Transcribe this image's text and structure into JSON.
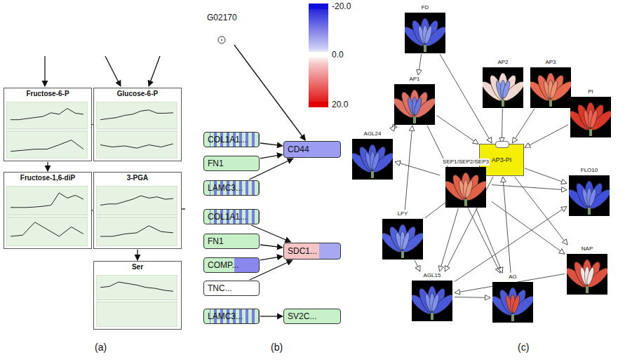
{
  "diagram": {
    "nodes": [
      {
        "text": [
          "Fructose-6-P"
        ]
      },
      {
        "text": [
          "Glucose-6-P"
        ]
      },
      {
        "text": [
          "Fructose-1,6-diP"
        ]
      },
      {
        "text": [
          "3-PGA"
        ]
      },
      {
        "text": [
          "Ser"
        ]
      },
      {
        "text": [
          "G02170"
        ]
      },
      {
        "text": [
          "COL1A1..."
        ]
      },
      {
        "text": [
          "FN1"
        ]
      },
      {
        "text": [
          "LAMC3..."
        ]
      },
      {
        "text": [
          "CD44"
        ]
      },
      {
        "text": [
          "COL1A1..."
        ]
      },
      {
        "text": [
          "FN1"
        ]
      },
      {
        "text": [
          "COMP..."
        ]
      },
      {
        "text": [
          "TNC..."
        ]
      },
      {
        "text": [
          "SDC1..."
        ]
      },
      {
        "text": [
          "LAMC3..."
        ]
      },
      {
        "text": [
          "SV2C..."
        ]
      },
      {
        "text": [
          "FD"
        ]
      },
      {
        "text": [
          "AP1"
        ]
      },
      {
        "text": [
          "AP2"
        ]
      },
      {
        "text": [
          "AP3"
        ]
      },
      {
        "text": [
          "PI"
        ]
      },
      {
        "text": [
          "AGL24"
        ]
      },
      {
        "text": [
          "AP3-PI"
        ]
      },
      {
        "text": [
          "SEP1/SEP2/SEP3"
        ]
      },
      {
        "text": [
          "FLO10"
        ]
      },
      {
        "text": [
          "LFY"
        ]
      },
      {
        "text": [
          "NAP"
        ]
      },
      {
        "text": [
          "AGL15"
        ]
      },
      {
        "text": [
          "AG"
        ]
      }
    ],
    "edges": [
      {
        "from": 1,
        "to": 0,
        "arrow": "to"
      },
      {
        "from": 0,
        "to": 2,
        "arrow": "to"
      },
      {
        "from": 2,
        "to": 3,
        "arrow": "to"
      },
      {
        "from": 3,
        "to": 4,
        "arrow": "to"
      },
      {
        "from": 5,
        "to": 9,
        "arrow": "to"
      },
      {
        "from": 6,
        "to": 9,
        "arrow": "to"
      },
      {
        "from": 7,
        "to": 9,
        "arrow": "to"
      },
      {
        "from": 8,
        "to": 9,
        "arrow": "to"
      },
      {
        "from": 10,
        "to": 14,
        "arrow": "to"
      },
      {
        "from": 11,
        "to": 14,
        "arrow": "to"
      },
      {
        "from": 12,
        "to": 14,
        "arrow": "to"
      },
      {
        "from": 13,
        "to": 14,
        "arrow": "to"
      },
      {
        "from": 15,
        "to": 16,
        "arrow": "to"
      },
      {
        "from": 17,
        "to": 18,
        "arrow": "to"
      },
      {
        "from": 17,
        "to": 23,
        "arrow": "to"
      },
      {
        "from": 19,
        "to": 23,
        "arrow": "to"
      },
      {
        "from": 20,
        "to": 23,
        "arrow": "to"
      },
      {
        "from": 21,
        "to": 23,
        "arrow": "to"
      },
      {
        "from": 18,
        "to": 23,
        "arrow": "to"
      },
      {
        "from": 18,
        "to": 22,
        "arrow": "to"
      },
      {
        "from": 18,
        "to": 29,
        "arrow": "to"
      },
      {
        "from": 24,
        "to": 23,
        "arrow": "to"
      },
      {
        "from": 24,
        "to": 22,
        "arrow": "to"
      },
      {
        "from": 24,
        "to": 28,
        "arrow": "to"
      },
      {
        "from": 24,
        "to": 29,
        "arrow": "to"
      },
      {
        "from": 24,
        "to": 27,
        "arrow": "to"
      },
      {
        "from": 24,
        "to": 25,
        "arrow": "to"
      },
      {
        "from": 23,
        "to": 25,
        "arrow": "to"
      },
      {
        "from": 23,
        "to": 27,
        "arrow": "to"
      },
      {
        "from": 23,
        "to": 28,
        "arrow": "to"
      },
      {
        "from": 26,
        "to": 18,
        "arrow": "to"
      },
      {
        "from": 26,
        "to": 23,
        "arrow": "to"
      },
      {
        "from": 26,
        "to": 28,
        "arrow": "to"
      },
      {
        "from": 22,
        "to": 18,
        "arrow": "to"
      },
      {
        "from": 28,
        "to": 29,
        "arrow": "to"
      },
      {
        "from": 28,
        "to": 25,
        "arrow": "to"
      },
      {
        "from": 27,
        "to": 28,
        "arrow": "to"
      },
      {
        "from": 29,
        "to": 23,
        "arrow": "to"
      }
    ],
    "labels": [
      "(a)",
      "(b)",
      "(c)"
    ],
    "legend": [
      {
        "text": "-20.0",
        "color": "#1010d8"
      },
      {
        "text": "0.0",
        "color": "#ffffff"
      },
      {
        "text": "20.0",
        "color": "#e00000"
      }
    ]
  }
}
